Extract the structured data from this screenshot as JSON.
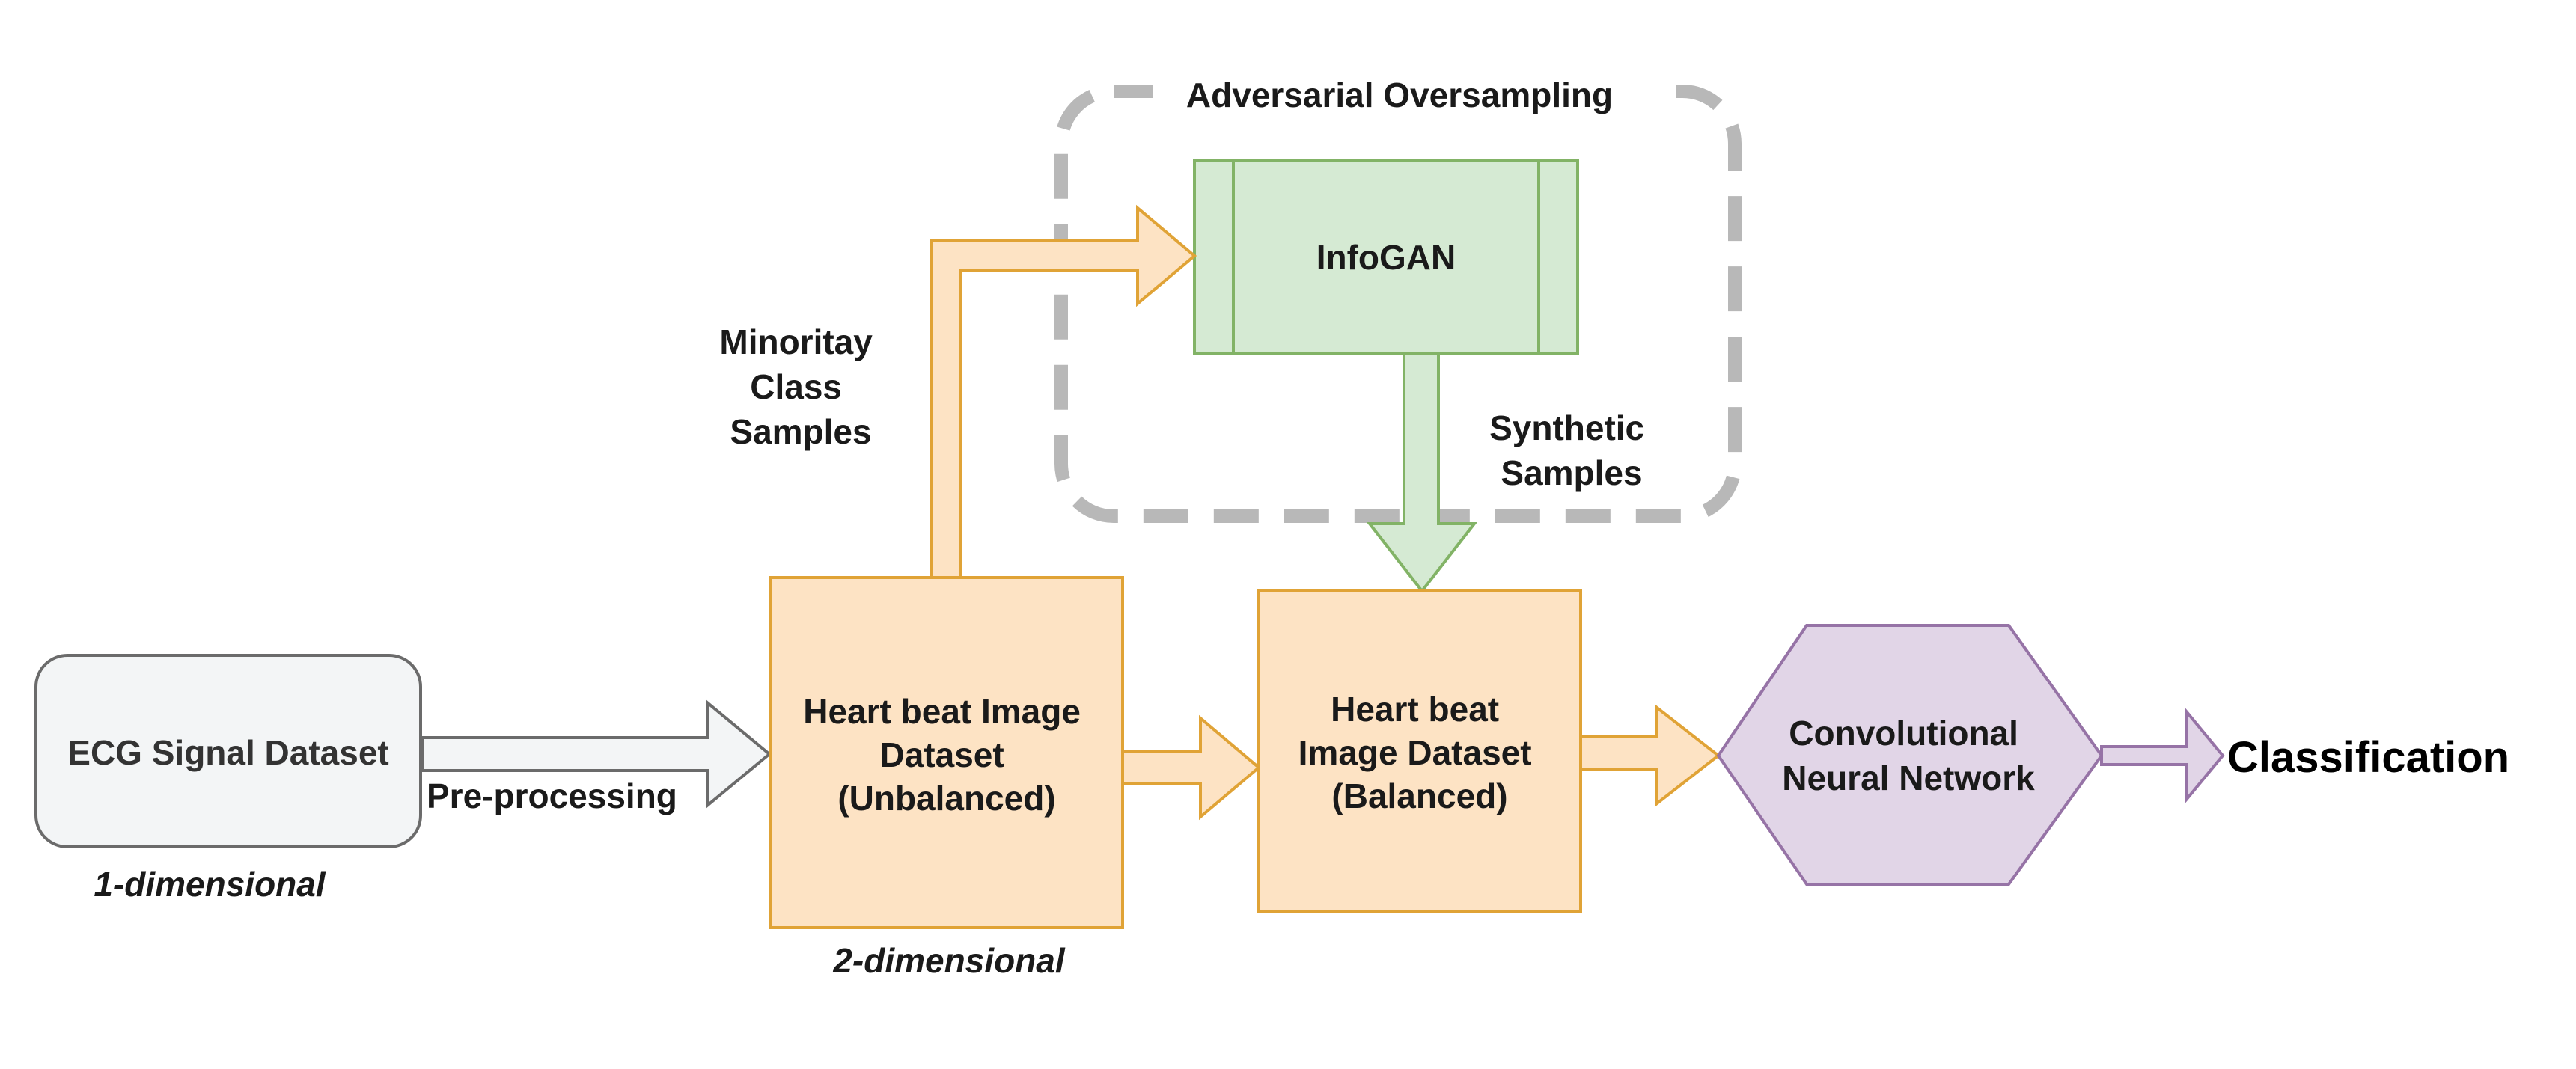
{
  "diagram": {
    "group_title": "Adversarial Oversampling",
    "nodes": {
      "ecg": "ECG Signal Dataset",
      "infogan": "InfoGAN",
      "unbalanced": [
        "Heart beat Image",
        "Dataset",
        "(Unbalanced)"
      ],
      "balanced": [
        "Heart beat",
        "Image Dataset",
        "(Balanced)"
      ],
      "cnn": [
        "Convolutional",
        "Neural Network"
      ],
      "output": "Classification"
    },
    "edge_labels": {
      "preprocessing": "Pre-processing",
      "minority": [
        "Minoritay",
        "Class",
        "Samples"
      ],
      "synthetic": [
        "Synthetic",
        "Samples"
      ]
    },
    "annotations": {
      "one_dim": "1-dimensional",
      "two_dim": "2-dimensional"
    },
    "colors": {
      "orange_fill": "#fde3c4",
      "orange_stroke": "#e0a336",
      "green_fill": "#d5ead3",
      "green_stroke": "#82b366",
      "purple_fill": "#e1d5e7",
      "purple_stroke": "#9673a6",
      "gray_fill": "#f3f5f6",
      "gray_stroke": "#6b6b6b",
      "dash_stroke": "#b8b8b8"
    }
  }
}
